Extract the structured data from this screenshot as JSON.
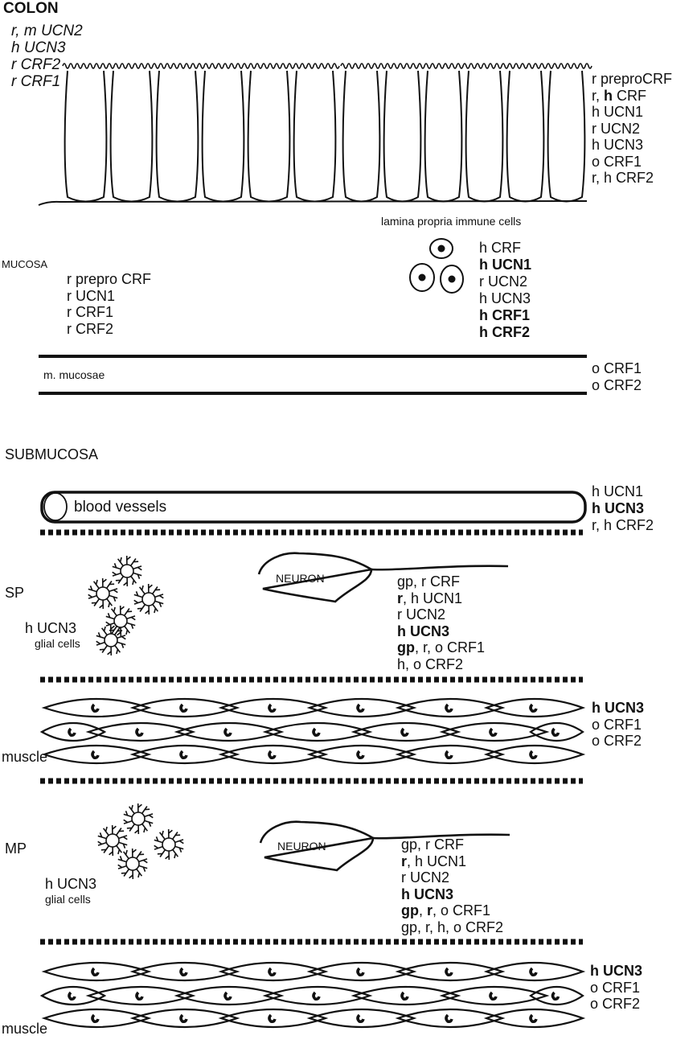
{
  "title": "COLON",
  "top_left_labels": [
    "r, m UCN2",
    "h UCN3",
    "r CRF2",
    "r CRF1"
  ],
  "epithelium_labels": [
    {
      "parts": [
        {
          "text": "r preproCRF"
        }
      ]
    },
    {
      "parts": [
        {
          "text": "r, "
        },
        {
          "text": "h",
          "bold": true
        },
        {
          "text": " CRF"
        }
      ]
    },
    {
      "parts": [
        {
          "text": "h UCN1"
        }
      ]
    },
    {
      "parts": [
        {
          "text": "r UCN2"
        }
      ]
    },
    {
      "parts": [
        {
          "text": "h UCN3"
        }
      ]
    },
    {
      "parts": [
        {
          "text": "o CRF1"
        }
      ]
    },
    {
      "parts": [
        {
          "text": "r, h CRF2"
        }
      ]
    }
  ],
  "immune_cells_caption": "lamina propria immune cells",
  "immune_labels": [
    {
      "parts": [
        {
          "text": "h CRF"
        }
      ]
    },
    {
      "parts": [
        {
          "text": "h UCN1",
          "bold": true
        }
      ]
    },
    {
      "parts": [
        {
          "text": "r UCN2"
        }
      ]
    },
    {
      "parts": [
        {
          "text": "h UCN3"
        }
      ]
    },
    {
      "parts": [
        {
          "text": "h CRF1",
          "bold": true
        }
      ]
    },
    {
      "parts": [
        {
          "text": "h CRF2",
          "bold": true
        }
      ]
    }
  ],
  "mucosa_label": "MUCOSA",
  "mucosa_labels": [
    "r prepro CRF",
    "r UCN1",
    "r CRF1",
    "r CRF2"
  ],
  "m_mucosae_label": "m. mucosae",
  "m_mucosae_labels": [
    "o CRF1",
    "o CRF2"
  ],
  "submucosa_label": "SUBMUCOSA",
  "blood_vessels_label": "blood vessels",
  "blood_vessel_labels": [
    {
      "parts": [
        {
          "text": "h UCN1"
        }
      ]
    },
    {
      "parts": [
        {
          "text": "h UCN3",
          "bold": true
        }
      ]
    },
    {
      "parts": [
        {
          "text": "r, h CRF2"
        }
      ]
    }
  ],
  "sp_label": "SP",
  "sp_glial_label": "h UCN3",
  "sp_glial_caption": "glial cells",
  "neuron_label": "NEURON",
  "sp_neuron_labels": [
    {
      "parts": [
        {
          "text": "gp, r CRF"
        }
      ]
    },
    {
      "parts": [
        {
          "text": "r",
          "bold": true
        },
        {
          "text": ", h UCN1"
        }
      ]
    },
    {
      "parts": [
        {
          "text": "r UCN2"
        }
      ]
    },
    {
      "parts": [
        {
          "text": "h UCN3",
          "bold": true
        }
      ]
    },
    {
      "parts": [
        {
          "text": "gp",
          "bold": true
        },
        {
          "text": ", r, o CRF1"
        }
      ]
    },
    {
      "parts": [
        {
          "text": "h, o CRF2"
        }
      ]
    }
  ],
  "muscle_label": "muscle",
  "muscle_labels": [
    {
      "parts": [
        {
          "text": "h UCN3",
          "bold": true
        }
      ]
    },
    {
      "parts": [
        {
          "text": "o CRF1"
        }
      ]
    },
    {
      "parts": [
        {
          "text": "o CRF2"
        }
      ]
    }
  ],
  "mp_label": "MP",
  "mp_glial_label": "h UCN3",
  "mp_glial_caption": "glial cells",
  "mp_neuron_labels": [
    {
      "parts": [
        {
          "text": "gp, r CRF"
        }
      ]
    },
    {
      "parts": [
        {
          "text": "r",
          "bold": true
        },
        {
          "text": ", h UCN1"
        }
      ]
    },
    {
      "parts": [
        {
          "text": "r UCN2"
        }
      ]
    },
    {
      "parts": [
        {
          "text": "h UCN3",
          "bold": true
        }
      ]
    },
    {
      "parts": [
        {
          "text": "gp",
          "bold": true
        },
        {
          "text": ", "
        },
        {
          "text": "r",
          "bold": true
        },
        {
          "text": ", o CRF1"
        }
      ]
    },
    {
      "parts": [
        {
          "text": "gp, r, h, o CRF2"
        }
      ]
    }
  ],
  "muscle2_label": "muscle",
  "muscle2_labels": [
    {
      "parts": [
        {
          "text": "h UCN3",
          "bold": true
        }
      ]
    },
    {
      "parts": [
        {
          "text": "o CRF1"
        }
      ]
    },
    {
      "parts": [
        {
          "text": "o CRF2"
        }
      ]
    }
  ]
}
